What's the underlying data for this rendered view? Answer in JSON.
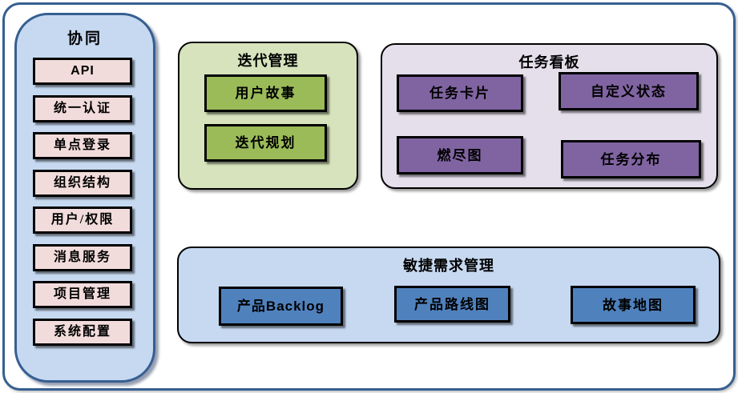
{
  "diagram": {
    "sidebar": {
      "title": "协同",
      "items": [
        "API",
        "统一认证",
        "单点登录",
        "组织结构",
        "用户/权限",
        "消息服务",
        "项目管理",
        "系统配置"
      ]
    },
    "groups": {
      "iteration": {
        "title": "迭代管理",
        "items": [
          "用户故事",
          "迭代规划"
        ]
      },
      "kanban": {
        "title": "任务看板",
        "items": [
          "任务卡片",
          "自定义状态",
          "燃尽图",
          "任务分布"
        ]
      },
      "requirements": {
        "title": "敏捷需求管理",
        "items": [
          "产品Backlog",
          "产品路线图",
          "故事地图"
        ]
      }
    },
    "colors": {
      "outer_border": "#365f91",
      "sidebar_fill": "#c6d9f1",
      "sidebar_item_fill": "#f2dcdb",
      "iteration_fill": "#d6e3bc",
      "iteration_item_fill": "#9bbb59",
      "kanban_fill": "#e5dfec",
      "kanban_item_fill": "#8064a2",
      "requirements_fill": "#c6d9f1",
      "requirements_item_fill": "#4f81bd",
      "item_border": "#000000",
      "text": "#000000"
    }
  }
}
